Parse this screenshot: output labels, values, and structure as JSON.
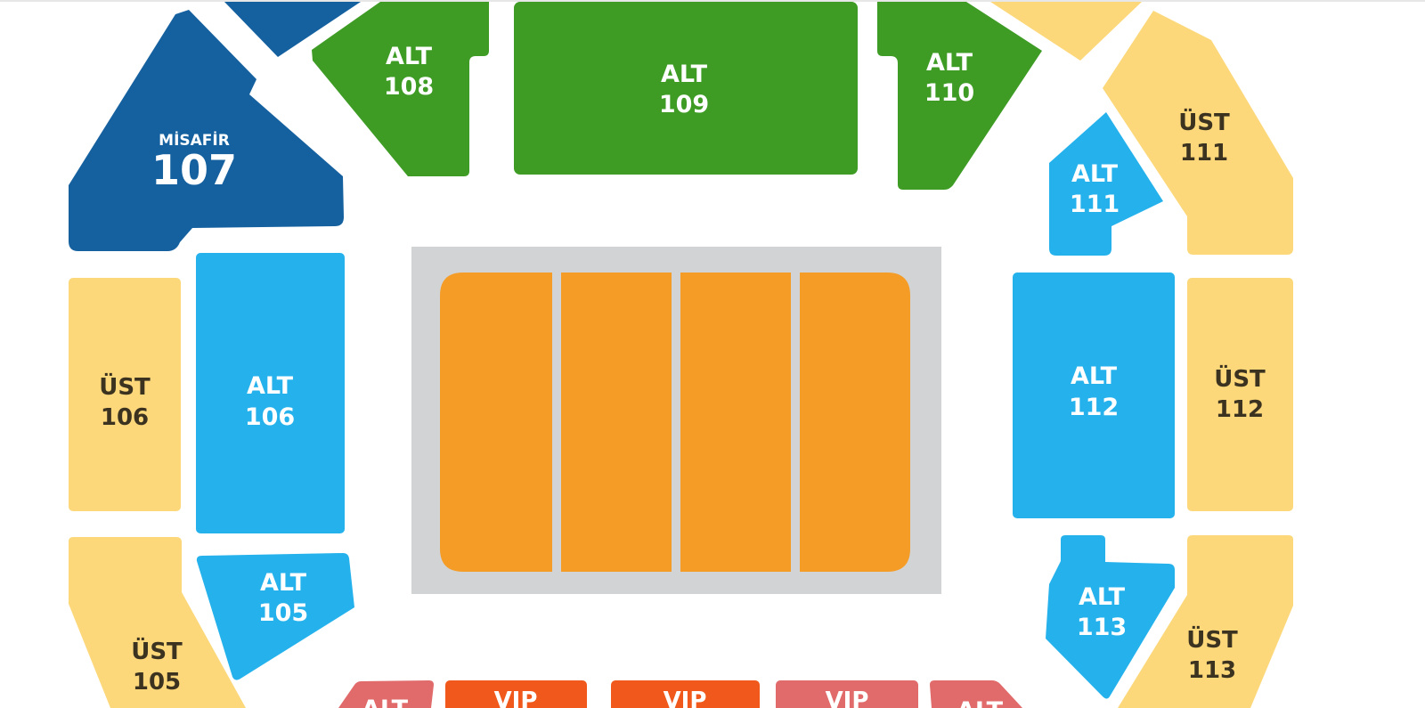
{
  "colors": {
    "alt_green": "#3e9c25",
    "alt_blue": "#25b2ec",
    "ust_yellow": "#fcd87a",
    "misafir_navy": "#1561a0",
    "vip_orange": "#f0591b",
    "vip_pink": "#e16a6a",
    "court_orange": "#f49c26",
    "court_bg": "#d2d3d5"
  },
  "sections": {
    "alt108": {
      "line1": "ALT",
      "line2": "108"
    },
    "alt109": {
      "line1": "ALT",
      "line2": "109"
    },
    "alt110": {
      "line1": "ALT",
      "line2": "110"
    },
    "misafir107": {
      "line1": "MİSAFİR",
      "line2": "107"
    },
    "ust111": {
      "line1": "ÜST",
      "line2": "111"
    },
    "alt111": {
      "line1": "ALT",
      "line2": "111"
    },
    "ust106": {
      "line1": "ÜST",
      "line2": "106"
    },
    "alt106": {
      "line1": "ALT",
      "line2": "106"
    },
    "alt112": {
      "line1": "ALT",
      "line2": "112"
    },
    "ust112": {
      "line1": "ÜST",
      "line2": "112"
    },
    "alt105": {
      "line1": "ALT",
      "line2": "105"
    },
    "alt113": {
      "line1": "ALT",
      "line2": "113"
    },
    "ust105": {
      "line1": "ÜST",
      "line2": "105"
    },
    "ust113": {
      "line1": "ÜST",
      "line2": "113"
    },
    "vip_left": {
      "line1": "VIP"
    },
    "vip_center": {
      "line1": "VIP"
    },
    "vip_right": {
      "line1": "VIP"
    },
    "alt_bottom_left": {
      "line1": "ALT"
    },
    "alt_bottom_right": {
      "line1": "ALT"
    }
  }
}
